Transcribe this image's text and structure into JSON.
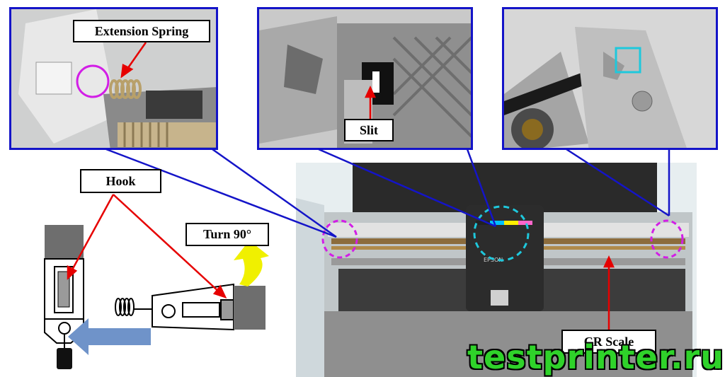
{
  "callouts": {
    "extension_spring": "Extension Spring",
    "slit": "Slit",
    "hook": "Hook",
    "turn_90": "Turn 90°",
    "cr_scale": "CR Scale"
  },
  "printer_brand": "EPSON",
  "watermark": "testprinter.ru",
  "colors": {
    "panel_border": "#1414c8",
    "arrow_red": "#e60000",
    "highlight_magenta": "#d21ee6",
    "highlight_cyan": "#1ec8dc",
    "turn_arrow_yellow": "#f0f000",
    "move_arrow_blue": "#6f93c9",
    "watermark_green": "#2fd22a"
  }
}
